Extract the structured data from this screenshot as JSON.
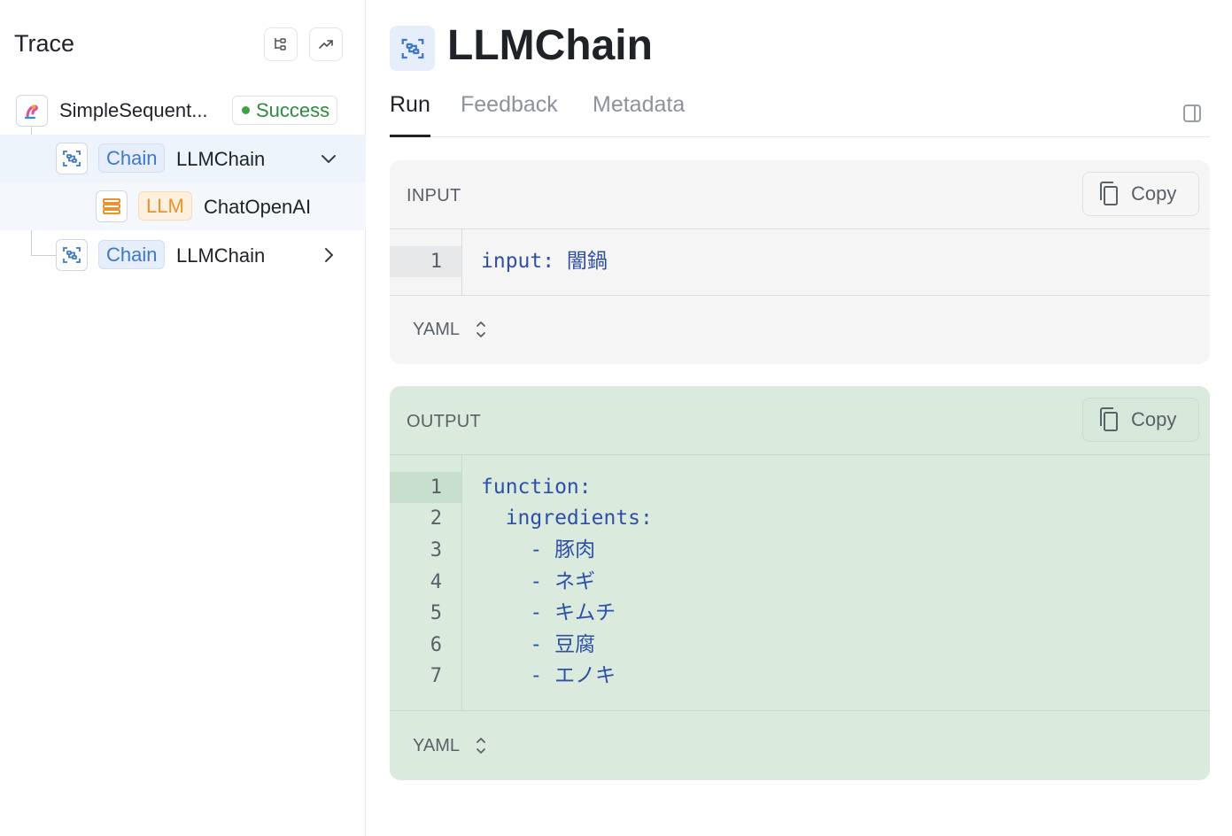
{
  "sidebar": {
    "title": "Trace",
    "tree_view_icon": "tree-view-icon",
    "trend_icon": "trend-icon",
    "nodes": [
      {
        "icon": "parrot-logo-icon",
        "name": "SimpleSequent...",
        "status": "Success"
      },
      {
        "icon": "chain-icon",
        "badge": "Chain",
        "name": "LLMChain",
        "expand": "chevron-down-icon"
      },
      {
        "icon": "llm-stack-icon",
        "badge": "LLM",
        "name": "ChatOpenAI"
      },
      {
        "icon": "chain-icon",
        "badge": "Chain",
        "name": "LLMChain",
        "expand": "chevron-right-icon"
      }
    ]
  },
  "main": {
    "title": "LLMChain",
    "title_icon": "chain-icon",
    "tabs": [
      {
        "label": "Run",
        "active": true
      },
      {
        "label": "Feedback",
        "active": false
      },
      {
        "label": "Metadata",
        "active": false
      }
    ],
    "panel_toggle_icon": "sidebar-panel-icon",
    "input": {
      "label": "INPUT",
      "copy_label": "Copy",
      "line_numbers": [
        "1"
      ],
      "lines": [
        "input: 闇鍋"
      ],
      "format": "YAML"
    },
    "output": {
      "label": "OUTPUT",
      "copy_label": "Copy",
      "line_numbers": [
        "1",
        "2",
        "3",
        "4",
        "5",
        "6",
        "7"
      ],
      "lines": [
        "function:",
        "  ingredients:",
        "    - 豚肉",
        "    - ネギ",
        "    - キムチ",
        "    - 豆腐",
        "    - エノキ"
      ],
      "format": "YAML"
    }
  },
  "colors": {
    "chain_badge": "#3d78c9",
    "llm_badge": "#e8932f",
    "success": "#2f8a3e",
    "output_bg": "#daebdd",
    "code_text": "#2f4fa8"
  }
}
